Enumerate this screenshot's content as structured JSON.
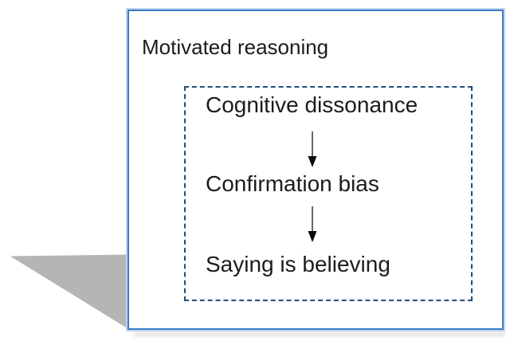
{
  "diagram": {
    "title": "Motivated reasoning",
    "steps": [
      "Cognitive dissonance",
      "Confirmation bias",
      "Saying is believing"
    ]
  },
  "colors": {
    "outer_border": "#3d7bc4",
    "outer_border_halo": "#bcd5ef",
    "dashed_border": "#1f4e79",
    "text": "#1c1c1c",
    "shadow": "#b5b5b5"
  }
}
